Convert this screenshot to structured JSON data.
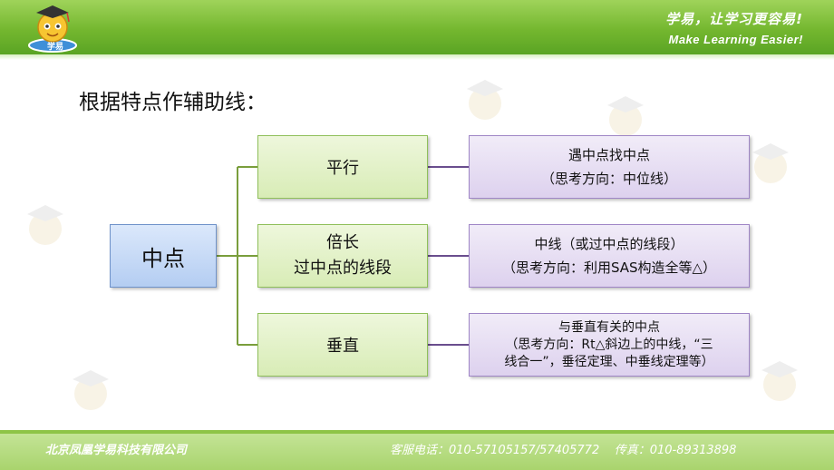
{
  "header": {
    "logo_text": "学易",
    "slogan_cn": "学易，让学习更容易!",
    "slogan_en": "Make Learning Easier!"
  },
  "title": "根据特点作辅助线：",
  "diagram": {
    "center": "中点",
    "branches": [
      {
        "label_lines": [
          "平行"
        ],
        "result_lines": [
          "遇中点找中点",
          "（思考方向：中位线）"
        ]
      },
      {
        "label_lines": [
          "倍长",
          "过中点的线段"
        ],
        "result_lines": [
          "中线（或过中点的线段）",
          "（思考方向：利用SAS构造全等△）"
        ]
      },
      {
        "label_lines": [
          "垂直"
        ],
        "result_lines": [
          "与垂直有关的中点",
          "（思考方向：Rt△斜边上的中线，“三",
          "线合一”，垂径定理、中垂线定理等）"
        ]
      }
    ],
    "colors": {
      "connector": "#7a9e3c",
      "link": "#6a4e8e"
    }
  },
  "footer": {
    "company": "北京凤凰学易科技有限公司",
    "contact": "客服电话：010-57105157/57405772    传真：010-89313898"
  }
}
